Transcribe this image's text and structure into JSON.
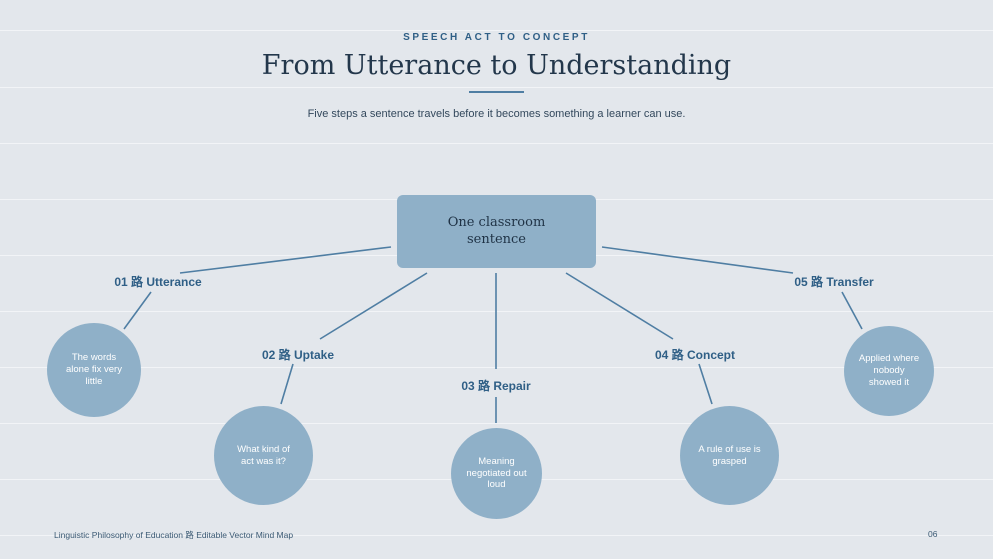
{
  "header": {
    "eyebrow": "SPEECH ACT TO CONCEPT",
    "title": "From Utterance to Understanding",
    "subtitle": "Five steps a sentence travels before it becomes something a learner can use."
  },
  "center": {
    "label": "One classroom sentence"
  },
  "steps": [
    {
      "label": "01 路 Utterance",
      "bubble": "The words alone fix very little"
    },
    {
      "label": "02 路 Uptake",
      "bubble": "What kind of act was it?"
    },
    {
      "label": "03 路 Repair",
      "bubble": "Meaning negotiated out loud"
    },
    {
      "label": "04 路 Concept",
      "bubble": "A rule of use is grasped"
    },
    {
      "label": "05 路 Transfer",
      "bubble": "Applied where nobody showed it"
    }
  ],
  "footer": {
    "left": "Linguistic Philosophy of Education 路 Editable Vector Mind Map",
    "page": "06"
  },
  "colors": {
    "background": "#e3e7ec",
    "node": "#8fb0c8",
    "accent": "#2f5f86",
    "connector": "#4f7ea3"
  }
}
